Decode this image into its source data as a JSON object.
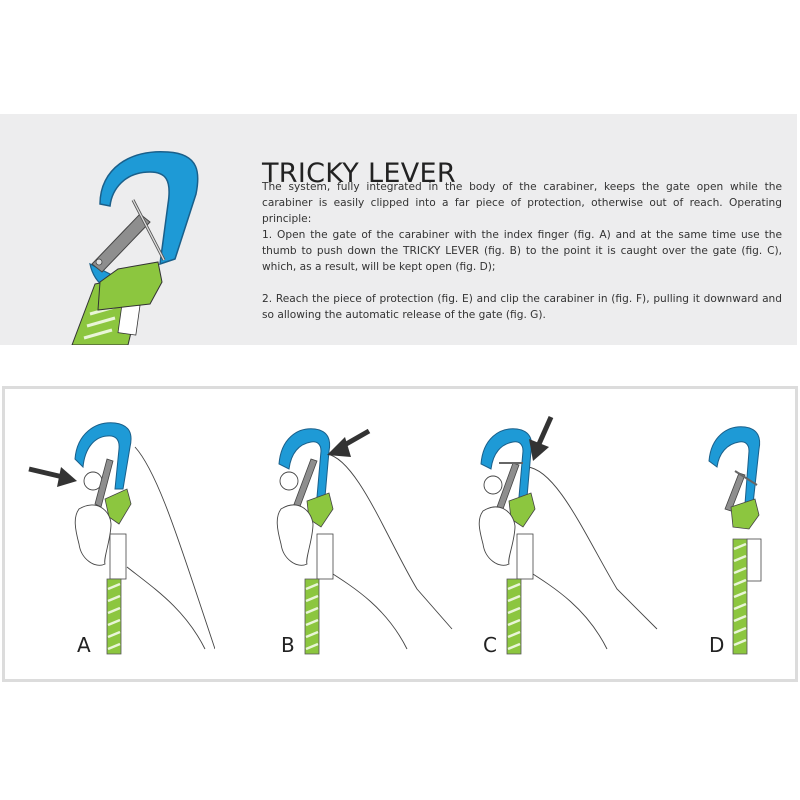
{
  "header": {
    "title": "TRICKY LEVER",
    "paragraphs": [
      "The system, fully integrated in the body of the carabiner, keeps the gate open while the carabiner is easily clipped into a far piece of protection, otherwise out of reach. Operating principle:",
      "1. Open the gate of the carabiner with the index finger (fig. A) and at the same time use the thumb to push down the TRICKY LEVER (fig. B)  to the point it is caught over the gate (fig. C), which, as a result, will be kept open (fig. D);",
      "2. Reach the piece of protection (fig. E) and clip the carabiner in (fig. F), pulling it downward and so allowing the automatic release of the gate (fig. G)."
    ]
  },
  "figures": [
    {
      "label": "A",
      "description": "index finger opens the gate",
      "arrow": "arrow-pointing-right-at-gate"
    },
    {
      "label": "B",
      "description": "thumb pushes down the tricky lever",
      "arrow": "arrow-pointing-down-left-at-lever"
    },
    {
      "label": "C",
      "description": "lever caught over the gate",
      "arrow": "arrow-pointing-down-at-lever"
    },
    {
      "label": "D",
      "description": "gate kept open",
      "arrow": null
    }
  ],
  "colors": {
    "panel_bg": "#ededee",
    "carabiner_blue": "#1e9ad6",
    "sling_green": "#8cc63f",
    "lever_grey": "#8e8e8e",
    "arrow_dark": "#333333",
    "frame_border": "#dcdcdc"
  }
}
